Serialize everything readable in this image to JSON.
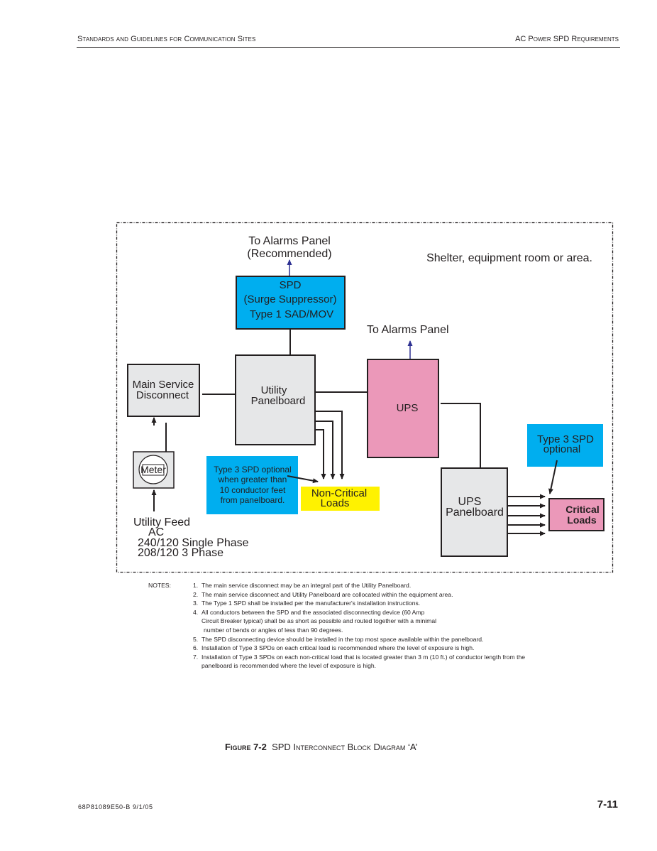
{
  "header": {
    "left": "Standards  and Guidelines for Communication Sites",
    "right": "AC Power SPD Requirements"
  },
  "colors": {
    "spd_blue": "#00aeef",
    "ups_pink": "#eb98b9",
    "panel_gray": "#e6e7e8",
    "noncritical_yellow": "#fff200",
    "arrow_navy": "#2e3192",
    "line": "#231f20"
  },
  "diagram": {
    "area_label": "Shelter, equipment room or area.",
    "spd_alarm_label": [
      "To Alarms Panel",
      "(Recommended)"
    ],
    "spd_box": [
      "SPD",
      "(Surge Suppressor)",
      "Type 1  SAD/MOV"
    ],
    "ups_alarm_label": "To Alarms Panel",
    "main_service": [
      "Main Service",
      "Disconnect"
    ],
    "utility_panelboard": [
      "Utility",
      "Panelboard"
    ],
    "ups": "UPS",
    "meter": "Meter",
    "type3_noncritical": [
      "Type 3 SPD optional",
      "when greater than",
      "10 conductor feet",
      "from panelboard."
    ],
    "noncritical_loads": [
      "Non-Critical",
      "Loads"
    ],
    "type3_critical": [
      "Type 3 SPD",
      "optional"
    ],
    "ups_panelboard": [
      "UPS",
      "Panelboard"
    ],
    "critical_loads": [
      "Critical",
      "Loads"
    ],
    "utility_feed": [
      "Utility Feed",
      "AC",
      "240/120 Single Phase",
      "208/120  3 Phase"
    ]
  },
  "notes": {
    "label": "NOTES:",
    "items": [
      {
        "num": "1.",
        "lines": [
          "The main service disconnect may be an integral part of the Utility Panelboard."
        ]
      },
      {
        "num": "2.",
        "lines": [
          "The main service disconnect and Utility Panelboard are collocated within the equipment area."
        ]
      },
      {
        "num": "3.",
        "lines": [
          "The Type 1 SPD shall be installed per the manufacturer's installation instructions."
        ]
      },
      {
        "num": "4.",
        "lines": [
          "All conductors between the SPD and the associated disconnecting device (60 Amp",
          "Circuit Breaker typical) shall be as short as possible and routed together with a minimal",
          "number of bends or angles of less than 90 degrees."
        ]
      },
      {
        "num": "5.",
        "lines": [
          "The SPD disconnecting device should be installed in the top most space available within the panelboard."
        ]
      },
      {
        "num": "6.",
        "lines": [
          "Installation of Type 3 SPDs on each critical load is recommended where the level of exposure is high."
        ]
      },
      {
        "num": "7.",
        "lines": [
          "Installation of Type 3 SPDs on each non-critical load that is located greater than 3 m (10 ft.) of conductor length from the",
          "panelboard is recommended where the level of exposure is high."
        ]
      }
    ]
  },
  "caption": {
    "number": "Figure 7-2",
    "title": "SPD Interconnect Block Diagram ‘A’"
  },
  "footer": {
    "doc_id": "68P81089E50-B   9/1/05",
    "page": "7-11"
  }
}
